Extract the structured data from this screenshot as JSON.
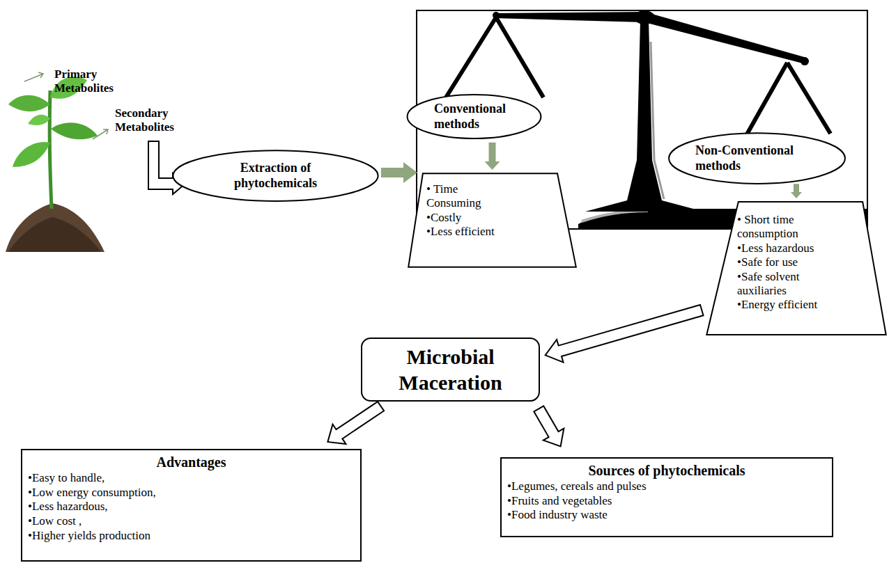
{
  "diagram": {
    "nodes": [
      {
        "text": [
          "Extraction of phytochemicals"
        ]
      },
      {
        "text": [
          "Conventional methods"
        ]
      },
      {
        "text": [
          "• Time Consuming",
          "•Costly",
          "•Less efficient"
        ]
      },
      {
        "text": [
          "Non-Conventional methods"
        ]
      },
      {
        "text": [
          "• Short time consumption",
          "•Less hazardous",
          "•Safe for use",
          "•Safe solvent auxiliaries",
          "•Energy efficient"
        ]
      },
      {
        "text": [
          "Microbial Maceration"
        ]
      },
      {
        "text": [
          "Advantages",
          "•Easy to handle,",
          "•Low energy consumption,",
          "•Less hazardous,",
          "•Low cost ,",
          "•Higher yields production"
        ]
      },
      {
        "text": [
          "Sources of phytochemicals",
          "•Legumes, cereals and pulses",
          "•Fruits and vegetables",
          "•Food industry waste"
        ]
      }
    ],
    "edges": [
      {
        "from": 0,
        "to": 2,
        "arrow": "to"
      },
      {
        "from": 1,
        "to": 2,
        "arrow": "to"
      },
      {
        "from": 3,
        "to": 4,
        "arrow": "to"
      },
      {
        "from": 4,
        "to": 5,
        "arrow": "to"
      },
      {
        "from": 5,
        "to": 6,
        "arrow": "to"
      },
      {
        "from": 5,
        "to": 7,
        "arrow": "to"
      }
    ],
    "labels": [
      "Primary Metabolites",
      "Secondary Metabolites"
    ]
  }
}
